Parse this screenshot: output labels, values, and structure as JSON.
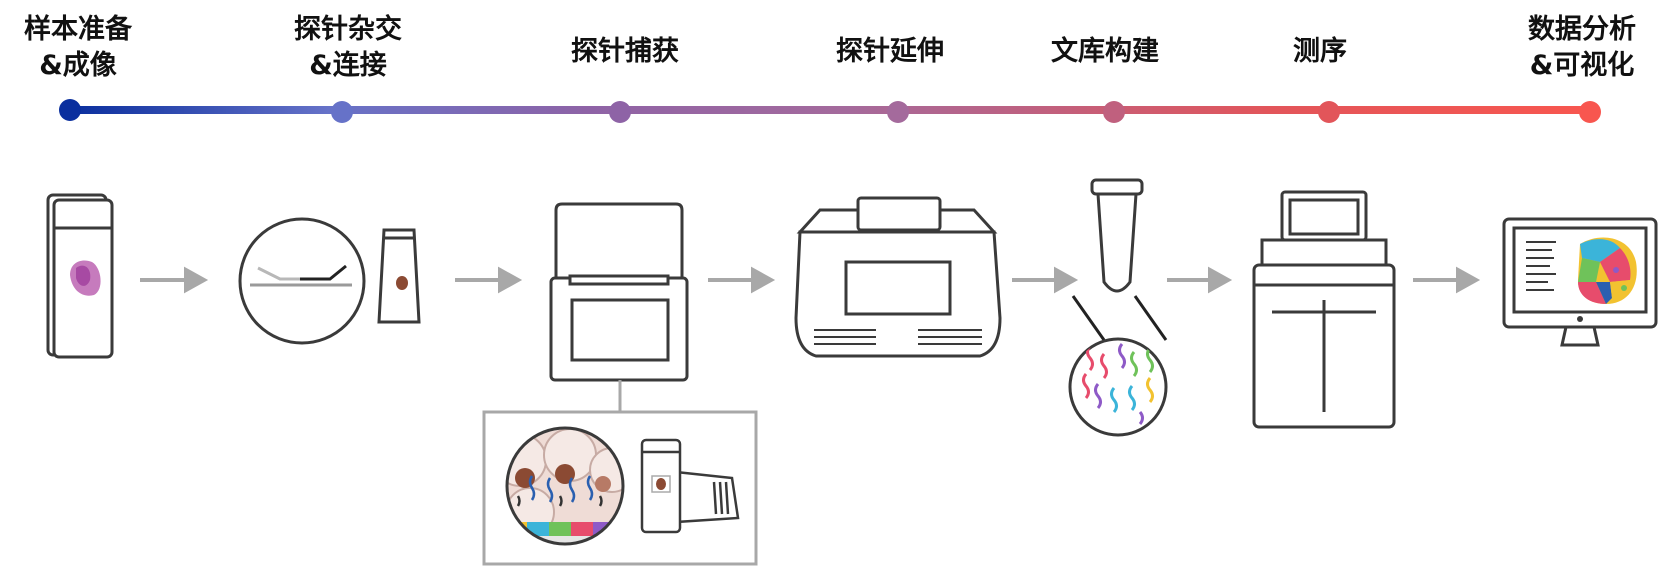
{
  "colors": {
    "timeline": [
      "#0a2f9e",
      "#6672c8",
      "#8e63a6",
      "#a46a9c",
      "#c0607e",
      "#e2555a",
      "#f8564f"
    ],
    "icon_stroke": "#3a3a3a",
    "arrow": "#a8a8a8"
  },
  "steps": [
    {
      "lines": [
        "样本准备",
        "&成像"
      ],
      "icon": "slide-icon"
    },
    {
      "lines": [
        "探针杂交",
        "&连接"
      ],
      "icon": "probe-hybridization-icon"
    },
    {
      "lines": [
        "探针捕获"
      ],
      "icon": "capture-instrument-icon"
    },
    {
      "lines": [
        "探针延伸"
      ],
      "icon": "thermal-cycler-icon"
    },
    {
      "lines": [
        "文库构建"
      ],
      "icon": "library-tube-icon"
    },
    {
      "lines": [
        "测序"
      ],
      "icon": "sequencer-icon"
    },
    {
      "lines": [
        "数据分析",
        "&可视化"
      ],
      "icon": "monitor-icon"
    }
  ]
}
